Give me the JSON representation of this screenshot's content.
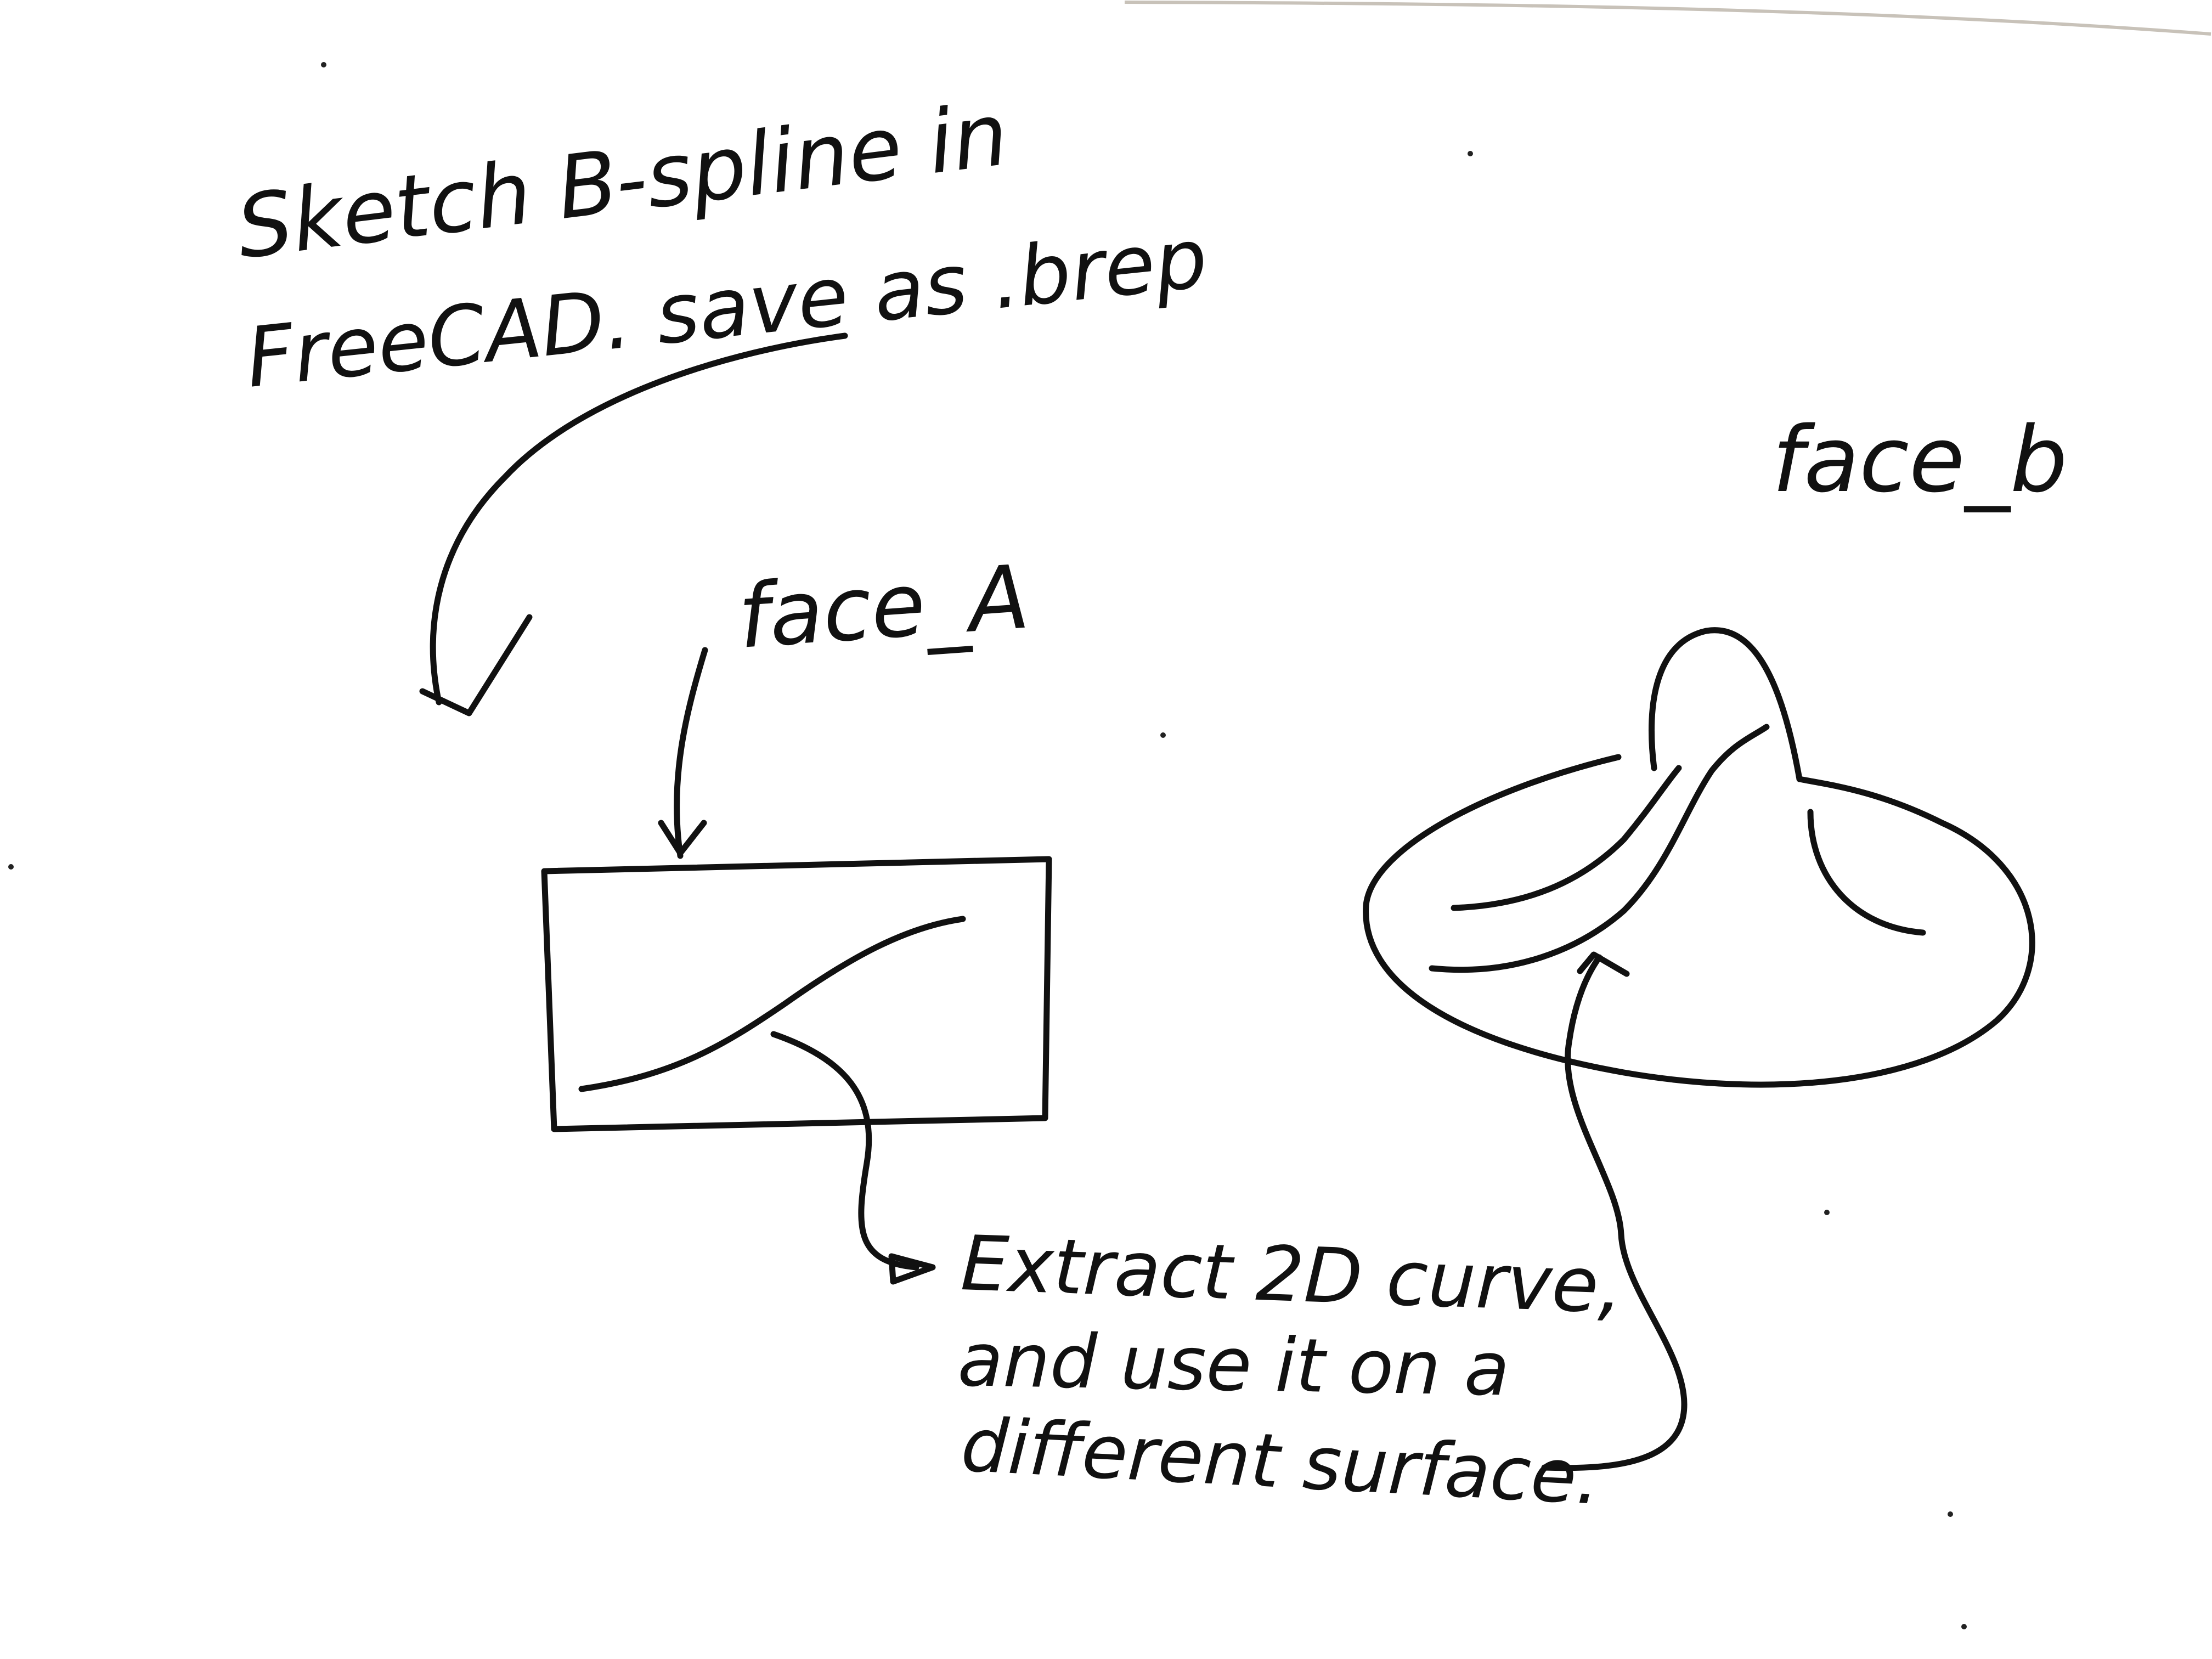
{
  "note_top": {
    "line1": "Sketch B-spline in",
    "line2": "FreeCAD. save as .brep"
  },
  "labels": {
    "face_a": "face_A",
    "face_b": "face_b"
  },
  "note_bottom": {
    "line1": "Extract 2D curve,",
    "line2": "and use it on a",
    "line3": "different surface."
  },
  "colors": {
    "ink": "#111111",
    "paper": "#ffffff"
  }
}
